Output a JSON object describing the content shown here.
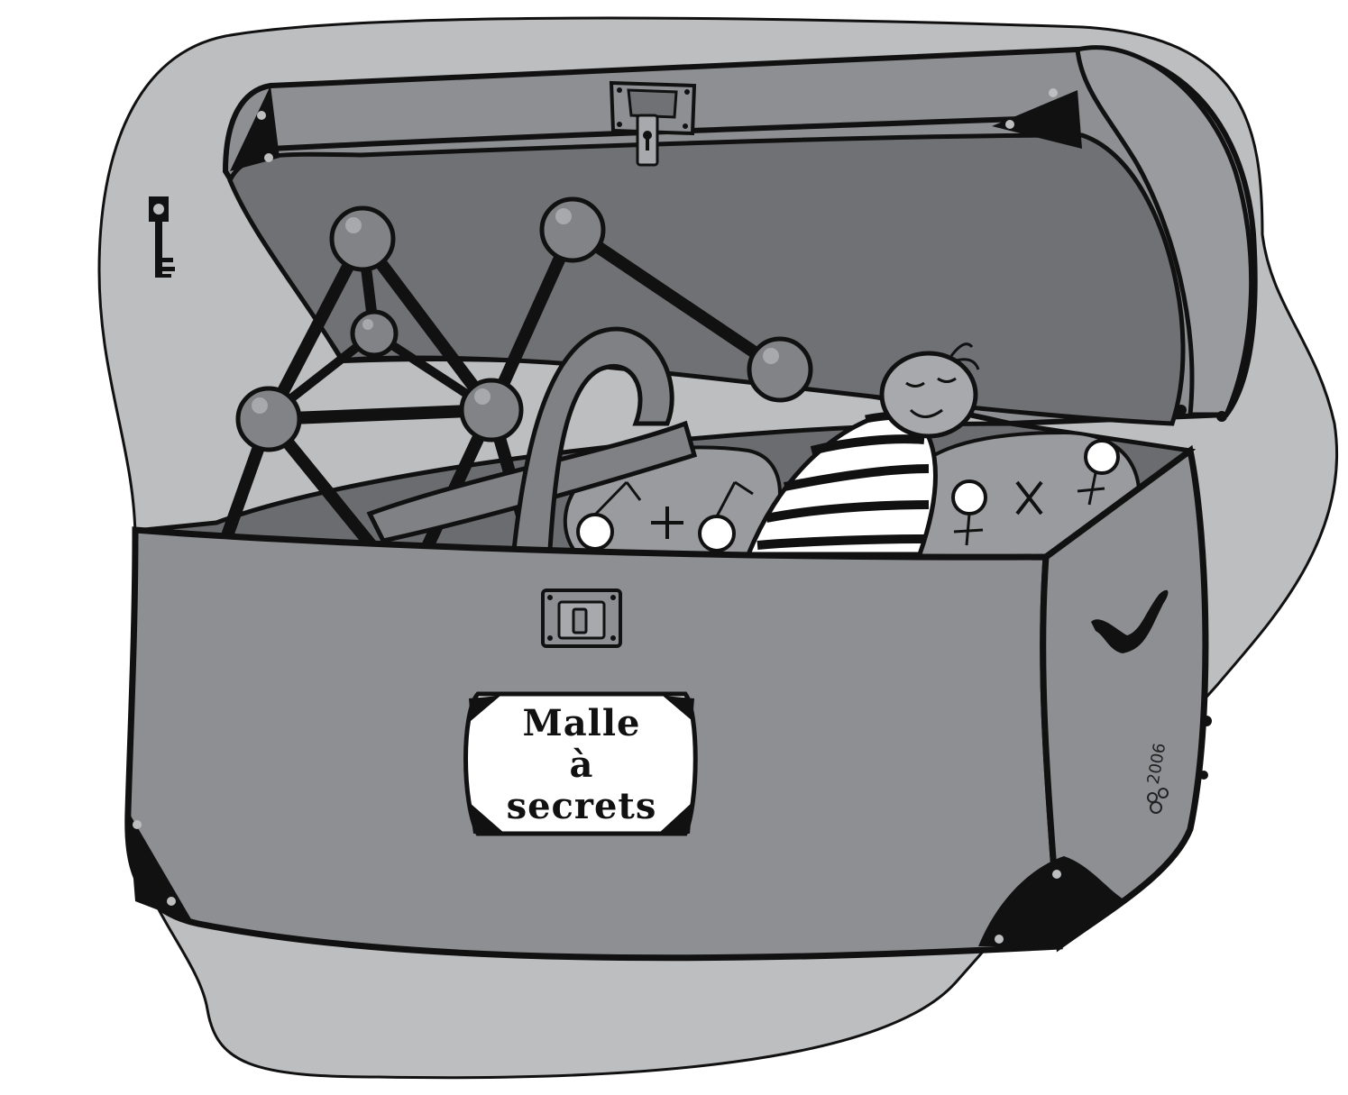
{
  "plaque": {
    "line1": "Malle",
    "line2": "à",
    "line3": "secrets"
  },
  "signature": {
    "year": "2006"
  },
  "icons": {
    "background_blob": "blob-shape",
    "trunk": "treasure-trunk",
    "key": "key-icon",
    "molecule": "molecule-toy",
    "ribbon": "ribbon",
    "doll": "sleeping-doll",
    "cushion_left": "cushion-face",
    "cushion_right": "cushion-face",
    "lid_lock": "lid-latch",
    "front_lock": "front-latch",
    "handle": "side-handle"
  },
  "colors": {
    "blob": "#bdbebf",
    "trunk_front": "#8e8f92",
    "trunk_inside": "#6b6c6f",
    "lid_inner": "#707174",
    "outline": "#111111",
    "plaque": "#ffffff",
    "ball": "#828386",
    "ribbon": "#808184"
  }
}
